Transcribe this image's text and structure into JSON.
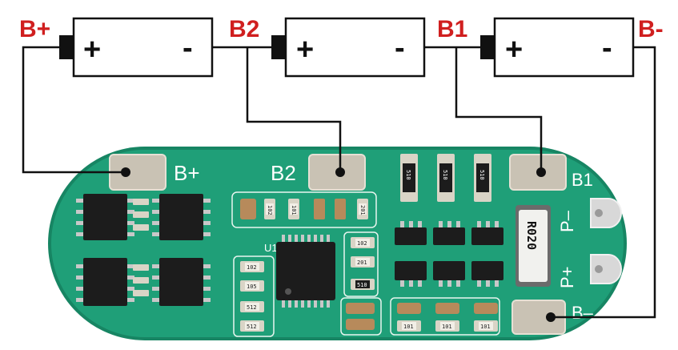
{
  "wire_labels": {
    "b_plus": "B+",
    "b2": "B2",
    "b1": "B1",
    "b_minus": "B-"
  },
  "cells": [
    {
      "plus": "+",
      "minus": "-"
    },
    {
      "plus": "+",
      "minus": "-"
    },
    {
      "plus": "+",
      "minus": "-"
    }
  ],
  "board": {
    "pad_labels": {
      "b_plus": "B+",
      "b2": "B2",
      "b1": "B1",
      "b_minus": "B–"
    },
    "p_minus": "P–",
    "p_plus": "P+",
    "ic_label": "U1",
    "shunt_code": "R020",
    "resistor_codes": [
      "510",
      "510",
      "510"
    ],
    "small_codes": [
      "102",
      "101",
      "201",
      "102",
      "105",
      "512",
      "512",
      "102",
      "201",
      "510",
      "101",
      "101",
      "101"
    ]
  },
  "colors": {
    "pcb": "#1f9f78",
    "pcb_edge": "#178563",
    "pad": "#c9c2b4",
    "wire": "#111111",
    "label": "#d01f1f"
  }
}
